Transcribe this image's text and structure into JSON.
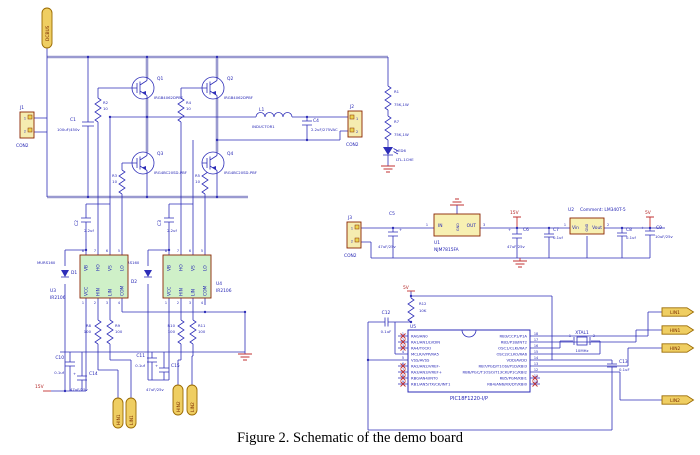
{
  "caption": "Figure 2. Schematic of the demo board",
  "symbols": {
    "plus": "+"
  },
  "power": {
    "dcbus": "DCBUS",
    "v15_driver": "15V",
    "v15_rail": "15V",
    "v5_rail": "5V",
    "v5_mcu": "5V"
  },
  "connectors": {
    "j1": {
      "ref": "J1",
      "part": "CON2",
      "pin1": "1",
      "pin2": "2"
    },
    "j2": {
      "ref": "J2",
      "part": "CON2",
      "pin1": "1",
      "pin2": "2"
    },
    "j3": {
      "ref": "J3",
      "part": "CON2",
      "pin1": "1",
      "pin2": "2"
    }
  },
  "igbts": {
    "q1": {
      "ref": "Q1",
      "part": "IRGB4062DPBF"
    },
    "q2": {
      "ref": "Q2",
      "part": "IRGB4062DPBF"
    },
    "q3": {
      "ref": "Q3",
      "part": "IRG4BC20SD-PBF"
    },
    "q4": {
      "ref": "Q4",
      "part": "IRG4BC20SD-PBF"
    }
  },
  "resistors": {
    "r1": {
      "ref": "R1",
      "value": "75K,1W"
    },
    "r2": {
      "ref": "R2",
      "value": "10"
    },
    "r3": {
      "ref": "R3",
      "value": "10"
    },
    "r4": {
      "ref": "R4",
      "value": "10"
    },
    "r5": {
      "ref": "R5",
      "value": "10"
    },
    "r7": {
      "ref": "R7",
      "value": "75K,1W"
    },
    "r8": {
      "ref": "R8",
      "value": "100"
    },
    "r9": {
      "ref": "R9",
      "value": "100"
    },
    "r10": {
      "ref": "R10",
      "value": "100"
    },
    "r11": {
      "ref": "R11",
      "value": "100"
    },
    "r12": {
      "ref": "R12",
      "value": "10K"
    }
  },
  "capacitors": {
    "c1": {
      "ref": "C1",
      "value": "100uF/450v"
    },
    "c2": {
      "ref": "C2",
      "value": "2.2uf"
    },
    "c3": {
      "ref": "C3",
      "value": "2.2uf"
    },
    "c4": {
      "ref": "C4",
      "value": "2.2uF/275VAC"
    },
    "c5": {
      "ref": "C5",
      "value": "47uF/25v"
    },
    "c6": {
      "ref": "C6",
      "value": "47uF/25v"
    },
    "c7": {
      "ref": "C7",
      "value": "0.1uf"
    },
    "c8": {
      "ref": "C8",
      "value": "0.1uf"
    },
    "c9": {
      "ref": "C9",
      "value": "10uF/25v"
    },
    "c10": {
      "ref": "C10",
      "value": "0.1uf"
    },
    "c11": {
      "ref": "C11",
      "value": "0.1uf"
    },
    "c12": {
      "ref": "C12",
      "value": "0.1uF"
    },
    "c13": {
      "ref": "C13",
      "value": "0.1uF"
    },
    "c14": {
      "ref": "C14",
      "value": "47uF/25v"
    },
    "c15": {
      "ref": "C15",
      "value": "47uF/25v"
    }
  },
  "inductor": {
    "ref": "L1",
    "part": "INDUCTOR1"
  },
  "diodes": {
    "d1": {
      "ref": "D1",
      "part": "MURS160"
    },
    "d2": {
      "ref": "D2",
      "part": "MURS160"
    }
  },
  "led": {
    "ref": "LED6",
    "part": "LTL-1CHE"
  },
  "drivers": {
    "u3": {
      "ref": "U3",
      "part": "IR2106"
    },
    "u4": {
      "ref": "U4",
      "part": "IR2106"
    },
    "top_pins": [
      "VB",
      "HO",
      "VS",
      "LO"
    ],
    "top_nums": [
      "8",
      "7",
      "6",
      "5"
    ],
    "bottom_pins": [
      "VCC",
      "HIN",
      "LIN",
      "COM"
    ],
    "bottom_nums": [
      "1",
      "2",
      "3",
      "4"
    ]
  },
  "regulators": {
    "u1": {
      "ref": "U1",
      "part": "NJM7815FA",
      "pin_in": "IN",
      "pin_gnd": "GND",
      "pin_out": "OUT",
      "num_in": "1",
      "num_out": "3"
    },
    "u2": {
      "ref": "U2",
      "comment": "Comment: LM340T-5",
      "pin_in": "Vin",
      "pin_gnd": "GND",
      "pin_out": "Vout",
      "num_in": "1",
      "num_out": "2"
    }
  },
  "mcu": {
    "ref": "U5",
    "part": "PIC18F1220-I/P",
    "left_pins": [
      {
        "num": "1",
        "name": "RA0/AN0"
      },
      {
        "num": "2",
        "name": "RA1/AN1/LVDIN"
      },
      {
        "num": "3",
        "name": "RA4/T0CKI"
      },
      {
        "num": "4",
        "name": "MCLR/VPP/RA5"
      },
      {
        "num": "5",
        "name": "VSS/AVSS"
      },
      {
        "num": "6",
        "name": "RA2/AN2/VREF-"
      },
      {
        "num": "7",
        "name": "RA3/AN3/VREF+"
      },
      {
        "num": "8",
        "name": "RB0/AN4/INT0"
      },
      {
        "num": "9",
        "name": "RB1/AN5/TX/CK/INT1"
      }
    ],
    "right_pins": [
      {
        "num": "18",
        "name": "RB3/CCP1/P1A"
      },
      {
        "num": "17",
        "name": "RB2/P1B/INT2"
      },
      {
        "num": "16",
        "name": "OSC1/CLKI/RA7"
      },
      {
        "num": "15",
        "name": "OSC2/CLKO/RA6"
      },
      {
        "num": "14",
        "name": "VDD/AVDD"
      },
      {
        "num": "13",
        "name": "RB7/PGD/T1OSI/P1D/KBI3"
      },
      {
        "num": "12",
        "name": "RB6/PGC/T1OSO/T13CKI/P1C/KBI2"
      },
      {
        "num": "11",
        "name": "RB5/PGM/KBI1"
      },
      {
        "num": "10",
        "name": "RB4/AN6/RX/DT/KBI0"
      }
    ]
  },
  "crystal": {
    "ref": "XTAL1",
    "value": "10MHz",
    "pin1": "1",
    "pin2": "2"
  },
  "flags": {
    "right": [
      "LIN1",
      "HIN1",
      "HIN2",
      "LIN2"
    ],
    "bottom": [
      "HIN1",
      "LIN1",
      "HIN2",
      "LIN2"
    ]
  },
  "colors": {
    "wire": "#2e2eb8",
    "bus": "#9a9ad0",
    "ic_fill": "#cff0c8",
    "component_border": "#8b2500",
    "connector_fill": "#f5ecb0",
    "flag_fill": "#efce62",
    "accent_red": "#c23030",
    "text_blue": "#2424b4"
  }
}
